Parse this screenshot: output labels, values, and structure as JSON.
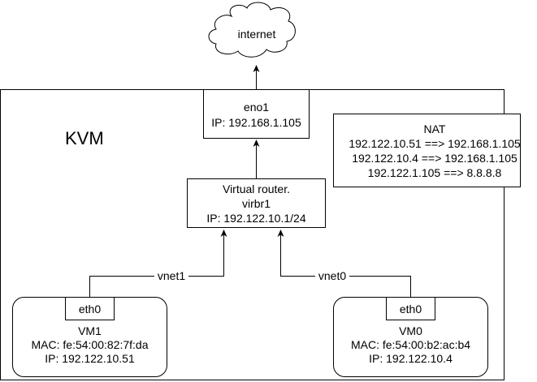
{
  "cloud": {
    "label": "internet"
  },
  "kvm_label": "KVM",
  "eno1": {
    "name": "eno1",
    "ip": "IP: 192.168.1.105"
  },
  "router": {
    "line1": "Virtual router.",
    "line2": "virbr1",
    "ip": "IP: 192.122.10.1/24"
  },
  "nat": {
    "title": "NAT",
    "rules": [
      "192.122.10.51 ==> 192.168.1.105",
      "192.122.10.4 ==> 192.168.1.105",
      "192.122.1.105 ==> 8.8.8.8"
    ]
  },
  "links": {
    "vm1_link": "vnet1",
    "vm0_link": "vnet0"
  },
  "vm1": {
    "iface": "eth0",
    "name": "VM1",
    "mac": "MAC: fe:54:00:82:7f:da",
    "ip": "IP: 192.122.10.51"
  },
  "vm0": {
    "iface": "eth0",
    "name": "VM0",
    "mac": "MAC: fe:54:00:b2:ac:b4",
    "ip": "IP: 192.122.10.4"
  },
  "colors": {
    "stroke": "#000000",
    "fill": "#ffffff"
  }
}
